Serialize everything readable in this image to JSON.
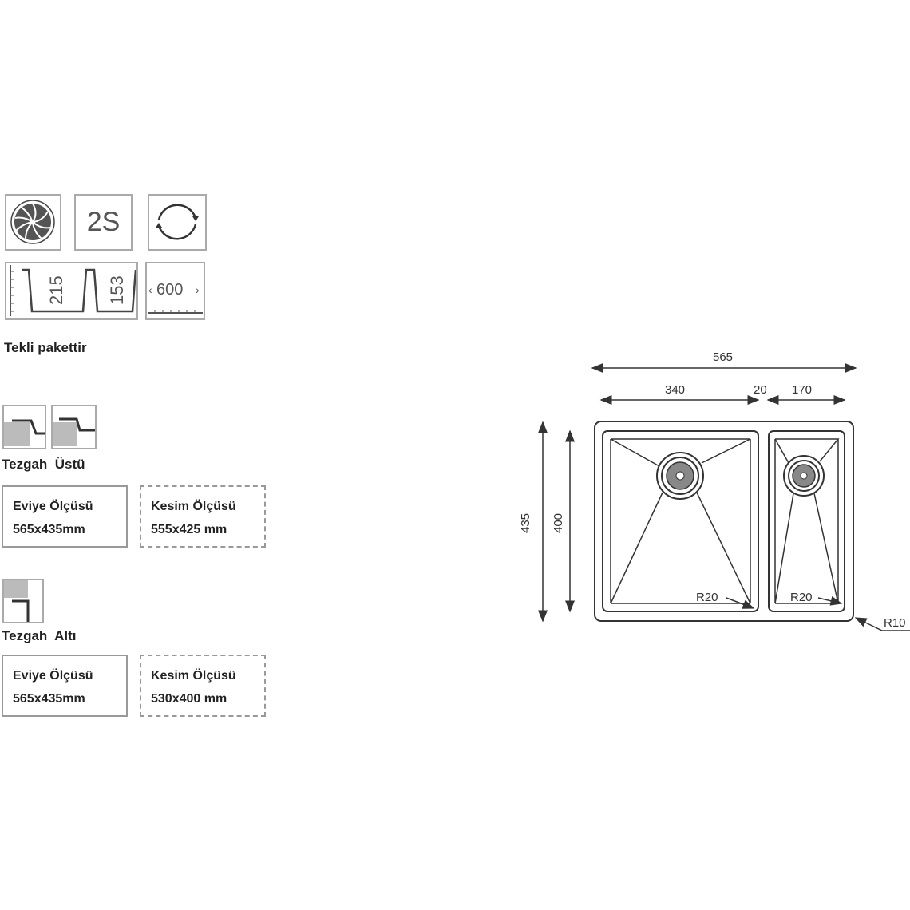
{
  "features": {
    "series_label": "2S",
    "depth_left": "215",
    "depth_right": "153",
    "cabinet_width": "600",
    "package_note": "Tekli pakettir"
  },
  "top_mount": {
    "label_part1": "Tezgah",
    "label_part2": "Üstü",
    "sink_size_title": "Eviye Ölçüsü",
    "sink_size_value": "565x435mm",
    "cut_size_title": "Kesim Ölçüsü",
    "cut_size_value": "555x425 mm"
  },
  "under_mount": {
    "label_part1": "Tezgah",
    "label_part2": "Altı",
    "sink_size_title": "Eviye Ölçüsü",
    "sink_size_value": "565x435mm",
    "cut_size_title": "Kesim Ölçüsü",
    "cut_size_value": "530x400 mm"
  },
  "drawing": {
    "total_width": "565",
    "left_bowl_width": "340",
    "divider_width": "20",
    "right_bowl_width": "170",
    "total_depth": "435",
    "bowl_depth": "400",
    "left_radius": "R20",
    "right_radius": "R20",
    "outer_radius": "R10"
  }
}
